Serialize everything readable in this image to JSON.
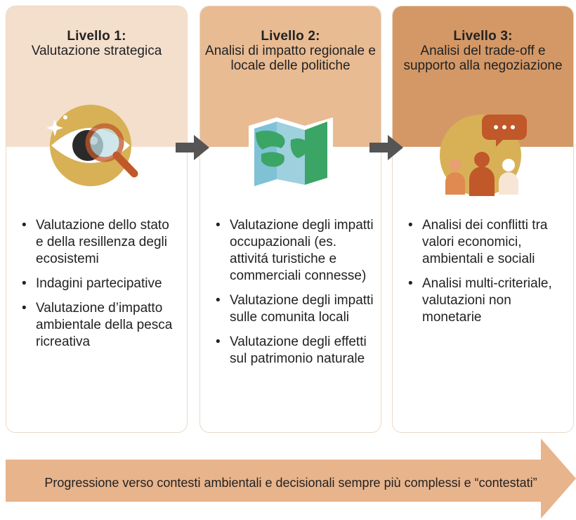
{
  "levels": [
    {
      "title": "Livello 1:",
      "subtitle": "Valutazione strategica",
      "icon": "eye-magnifier-icon",
      "bullets": [
        "Valutazione dello stato e della resillenza degli ecosistemi",
        "Indagini partecipative",
        "Valutazione d’impatto ambientale della pesca ricreativa"
      ]
    },
    {
      "title": "Livello 2:",
      "subtitle": "Analisi di impatto regionale e locale delle politiche",
      "icon": "map-icon",
      "bullets": [
        "Valutazione degli impatti occupazionali (es. attivitá turistiche e commerciali connesse)",
        "Valutazione degli impatti sulle comunita locali",
        "Valutazione degli effetti sul patrimonio naturale"
      ]
    },
    {
      "title": "Livello 3:",
      "subtitle": "Analisi del trade-off e supporto alla negoziazione",
      "icon": "people-discussion-icon",
      "bullets": [
        "Analisi dei conflitti tra valori economici, ambientali e sociali",
        "Analisi multi-criteriale, valutazioni non monetarie"
      ]
    }
  ],
  "progression_label": "Progressione verso contesti ambientali e decisionali sempre più complessi e “contestati”",
  "colors": {
    "level1_header": "#f4dfcd",
    "level2_header": "#e8bb93",
    "level3_header": "#d49866",
    "arrow_gray": "#555555",
    "bottom_arrow": "#e8b48c",
    "gold": "#d8b156",
    "brown": "#c0582a"
  }
}
